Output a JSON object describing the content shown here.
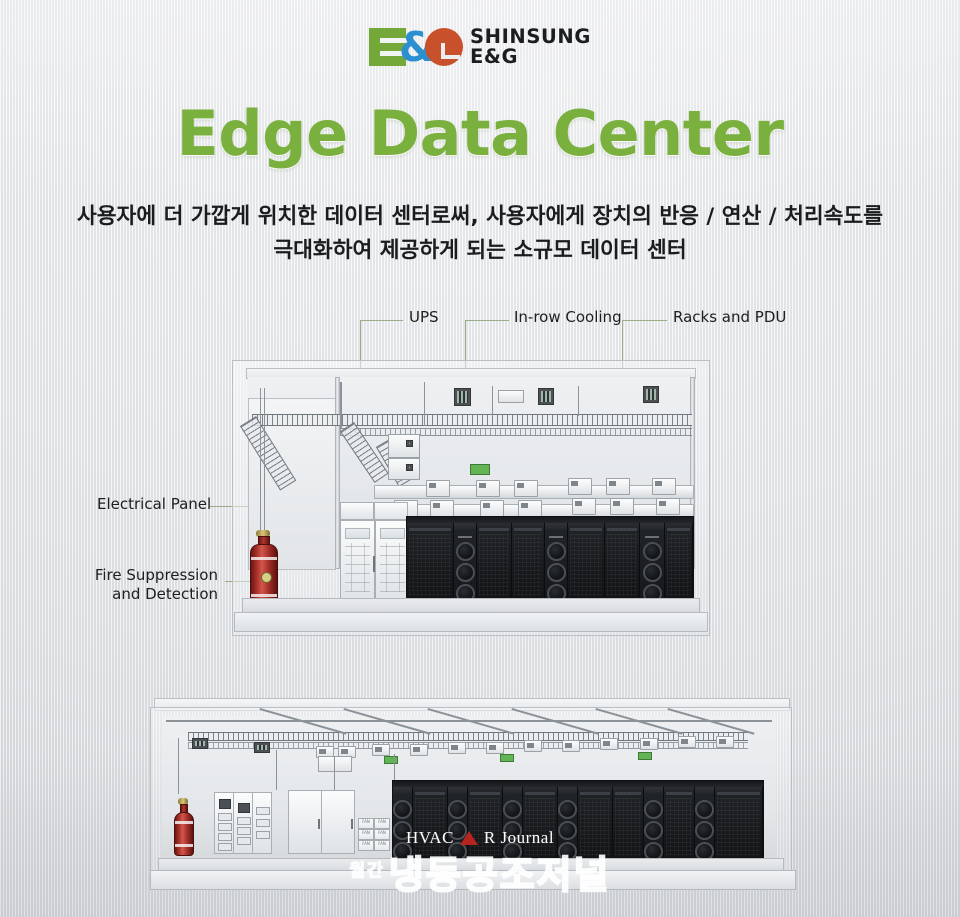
{
  "brand": {
    "logo_icon": "shinsung-eg-logo",
    "name_line1": "SHINSUNG",
    "name_line2": "E&G",
    "colors": {
      "logo_green": "#74a93a",
      "logo_blue": "#2b8fd0",
      "logo_orange": "#c8502a",
      "title_green": "#7ab03e"
    }
  },
  "title": "Edge Data Center",
  "subtitle": {
    "line1": "사용자에 더 가깝게 위치한 데이터 센터로써, 사용자에게 장치의 반응 / 연산 / 처리속도를",
    "line2": "극대화하여 제공하게 되는 소규모 데이터 센터"
  },
  "callouts": [
    {
      "id": "ups",
      "label": "UPS"
    },
    {
      "id": "in-row-cooling",
      "label": "In-row Cooling"
    },
    {
      "id": "racks-and-pdu",
      "label": "Racks and PDU"
    },
    {
      "id": "electrical-panel",
      "label": "Electrical Panel"
    },
    {
      "id": "fire-suppression",
      "label": "Fire Suppression",
      "label2": "and Detection"
    }
  ],
  "renders": [
    {
      "id": "edge-data-center-cutaway-front",
      "caption": ""
    },
    {
      "id": "edge-data-center-cutaway-wide",
      "caption": ""
    }
  ],
  "watermark": {
    "english": "HVAC",
    "english2": "R Journal",
    "korean_small": "월간",
    "korean_large": "냉동공조저널",
    "mark_color": "#b7231f"
  }
}
